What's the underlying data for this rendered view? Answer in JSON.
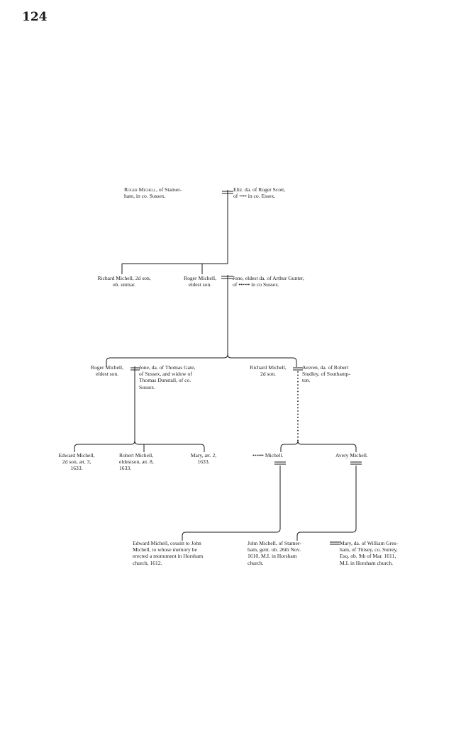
{
  "page_number": "124",
  "colors": {
    "ink": "#1a1a1a",
    "paper": "#ffffff"
  },
  "persons": {
    "roger_senior": {
      "name": "Roger Michell",
      "lines": [
        "ham, in co. Sussex."
      ],
      "suffix": ", of Stamer-"
    },
    "eliz_scott": {
      "lines": [
        "Eliz. da. of Roger Scott,",
        "of •••• in co. Essex."
      ]
    },
    "richard_2d": {
      "lines": [
        "Richard Michell, 2d son,",
        "ob. unmar."
      ]
    },
    "roger_eldest": {
      "lines": [
        "Roger Michell,",
        "eldest son."
      ]
    },
    "jone_gunter": {
      "lines": [
        "Jone, eldest da. of Arthur Gunter,",
        "of •••••• in co Sussex."
      ]
    },
    "roger_gen3": {
      "lines": [
        "Roger Michell,",
        "eldest son."
      ]
    },
    "jone_gate": {
      "lines": [
        "Jone, da. of Thomas Gate,",
        "of Sussex, and widow of",
        "Thomas Dunstall, of co.",
        "Sussex."
      ]
    },
    "richard_gen3": {
      "lines": [
        "Richard Michell,",
        "2d son."
      ]
    },
    "averen_studley": {
      "lines": [
        "Averen, da. of Robert",
        "Studley, of Southamp-",
        "ton."
      ]
    },
    "edward_gen4": {
      "lines": [
        "Edward Michell,",
        "2d son, æt. 3,",
        "1633."
      ]
    },
    "robert_gen4": {
      "lines": [
        "Robert Michell,",
        "eldestson, æt. 8,",
        "1633."
      ]
    },
    "mary_gen4": {
      "lines": [
        "Mary, æt. 2,",
        "1633."
      ]
    },
    "unknown_michell": {
      "lines": [
        "•••••• Michell."
      ]
    },
    "avery_michell": {
      "lines": [
        "Avery Michell."
      ]
    },
    "edward_cousin": {
      "lines": [
        "Edward Michell, cousin to John",
        "Michell, to whose memory he",
        "erected a monument in Horsham",
        "church, 1612."
      ]
    },
    "john_michell": {
      "lines": [
        "John Michell, of Stamer-",
        "ham, gent. ob. 26th Nov.",
        "1610, M.I. in Horsham",
        "church."
      ]
    },
    "mary_gresham": {
      "lines": [
        "Mary, da. of William Gres-",
        "ham, of Tittsey, co. Surrey,",
        "Esq. ob. 9th of Mar. 1611,",
        "M.I. in Horsham church."
      ]
    }
  }
}
